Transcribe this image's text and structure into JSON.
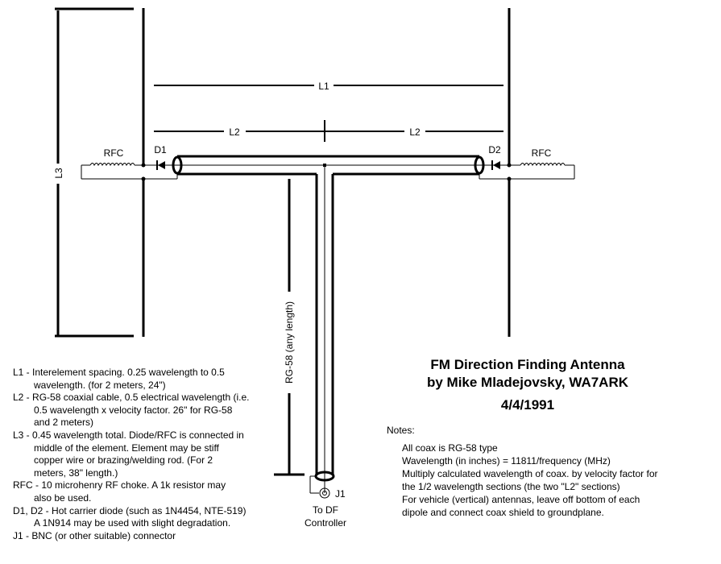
{
  "title": {
    "line1": "FM Direction Finding Antenna",
    "line2": "by Mike Mladejovsky, WA7ARK",
    "date": "4/4/1991"
  },
  "diagram": {
    "dimensions": {
      "l1": "L1",
      "l2_left": "L2",
      "l2_right": "L2",
      "l3": "L3",
      "feedline": "RG-58 (any length)"
    },
    "components": {
      "rfc_left": "RFC",
      "rfc_right": "RFC",
      "d1": "D1",
      "d2": "D2",
      "j1": "J1",
      "to_df_line1": "To DF",
      "to_df_line2": "Controller"
    }
  },
  "legend": {
    "items": [
      {
        "key": "L1 -",
        "lines": [
          "Interelement spacing.  0.25 wavelength to 0.5",
          "wavelength.  (for 2 meters, 24\")"
        ]
      },
      {
        "key": "L2 -",
        "lines": [
          "RG-58 coaxial cable, 0.5 electrical wavelength (i.e.",
          "0.5 wavelength x velocity factor.  26\" for RG-58",
          "and 2 meters)"
        ]
      },
      {
        "key": "L3 -",
        "lines": [
          "0.45 wavelength total.  Diode/RFC is connected in",
          "middle of the element.  Element may be stiff",
          "copper wire or brazing/welding rod.  (For 2",
          "meters, 38\" length.)"
        ]
      },
      {
        "key": "RFC -",
        "lines": [
          "10 microhenry RF choke.  A 1k resistor may",
          "also be used."
        ]
      },
      {
        "key": "D1, D2 -",
        "lines": [
          "Hot carrier diode (such as 1N4454, NTE-519)",
          "A 1N914 may be used with slight degradation."
        ]
      },
      {
        "key": "J1 -",
        "lines": [
          "BNC (or other suitable) connector"
        ]
      }
    ]
  },
  "notes": {
    "heading": "Notes:",
    "items": [
      "All coax is RG-58 type",
      "Wavelength (in inches) = 11811/frequency (MHz)",
      "Multiply calculated wavelength of coax. by velocity factor for",
      "the 1/2 wavelength sections (the two \"L2\" sections)",
      "For vehicle (vertical) antennas, leave off bottom of each",
      "dipole and connect coax shield to groundplane."
    ]
  },
  "colors": {
    "ink": "#000000",
    "background": "#ffffff"
  }
}
